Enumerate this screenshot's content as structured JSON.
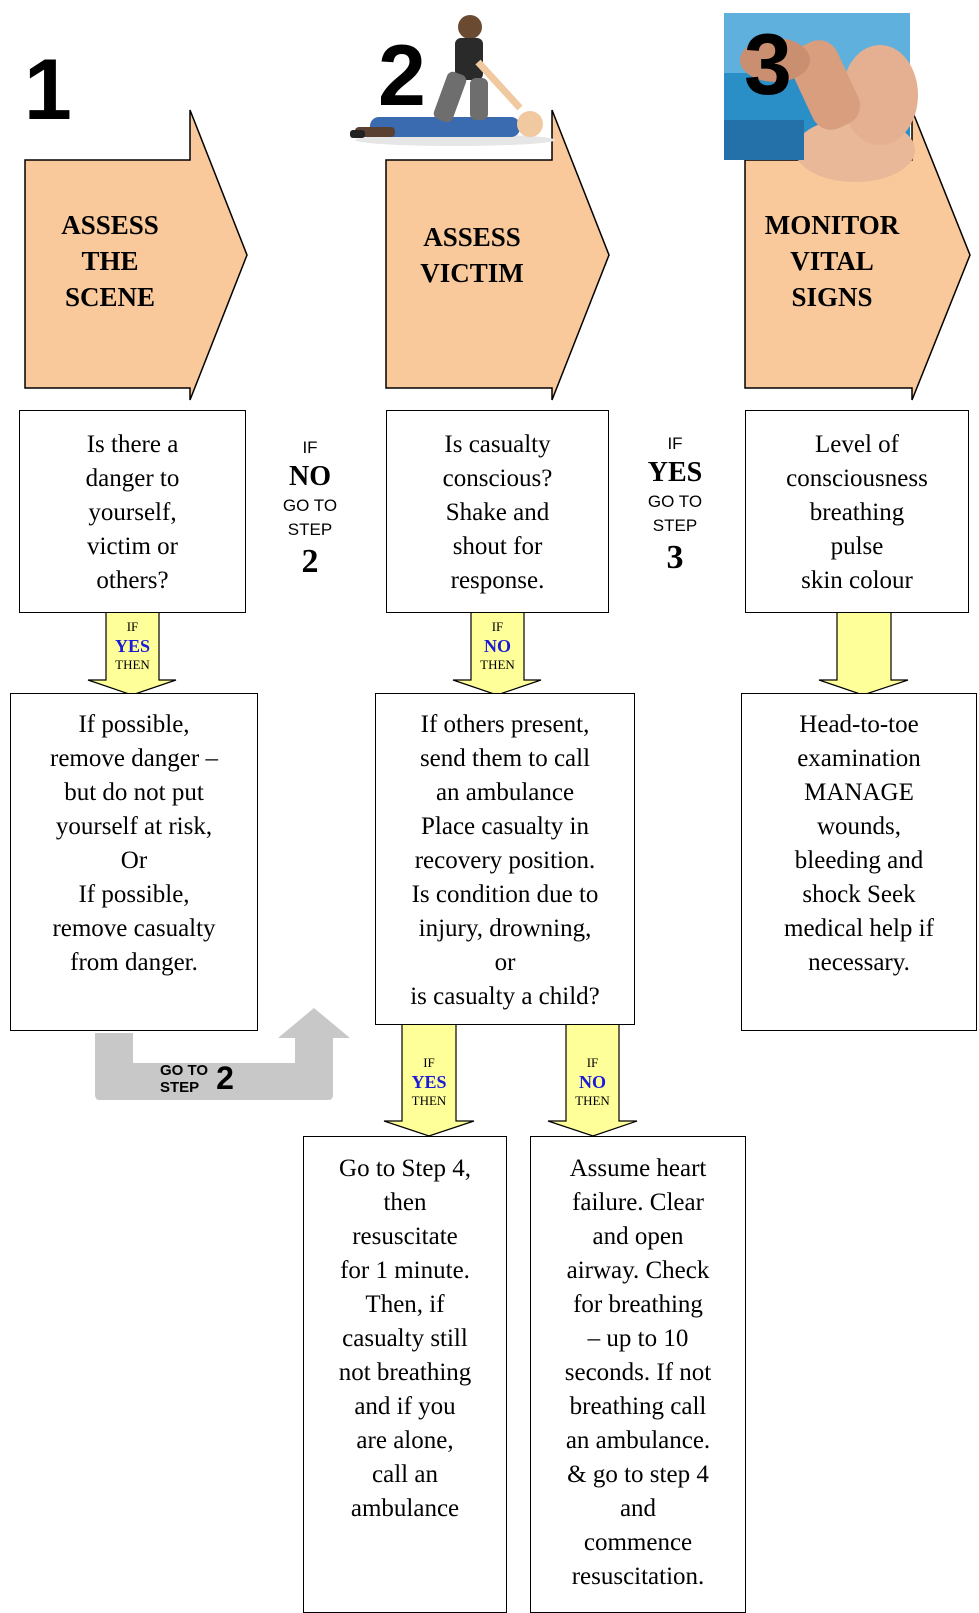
{
  "steps": [
    {
      "number": "1",
      "title": [
        "ASSESS",
        "THE",
        "SCENE"
      ],
      "question": [
        "Is there a",
        "danger to",
        "yourself,",
        "victim or",
        "others?"
      ],
      "branch": {
        "if": "IF",
        "answer": "YES",
        "then": "THEN"
      },
      "action": [
        "If possible,",
        "remove danger –",
        "but do not put",
        "yourself at risk,",
        "Or",
        "If possible,",
        "remove casualty",
        "from danger."
      ],
      "return": {
        "go_to": "GO TO",
        "step": "STEP",
        "number": "2"
      }
    },
    {
      "number": "2",
      "title": [
        "ASSESS",
        "VICTIM"
      ],
      "question": [
        "Is casualty",
        "conscious?",
        "Shake and",
        "shout for",
        "response."
      ],
      "branch": {
        "if": "IF",
        "answer": "NO",
        "then": "THEN"
      },
      "action": [
        "If others present,",
        "send them to call",
        "an ambulance",
        "Place casualty in",
        "recovery position.",
        "Is condition due to",
        "injury, drowning,",
        "or",
        "is casualty a child?"
      ]
    },
    {
      "number": "3",
      "title": [
        "MONITOR",
        "VITAL",
        "SIGNS"
      ],
      "question": [
        "Level of",
        "consciousness",
        "breathing",
        "pulse",
        "skin colour"
      ],
      "action": [
        "Head-to-toe",
        "examination",
        "MANAGE",
        "wounds,",
        "bleeding and",
        "shock Seek",
        "medical help if",
        "necessary."
      ]
    }
  ],
  "connectors": [
    {
      "if": "IF",
      "answer": "NO",
      "go_to": "GO TO",
      "step": "STEP",
      "number": "2"
    },
    {
      "if": "IF",
      "answer": "YES",
      "go_to": "GO TO",
      "step": "STEP",
      "number": "3"
    }
  ],
  "bottom_branches": [
    {
      "if": "IF",
      "answer": "YES",
      "then": "THEN",
      "text": [
        "Go to Step 4,",
        "then",
        "resuscitate",
        "for 1 minute.",
        "Then, if",
        "casualty still",
        "not breathing",
        "and if you",
        "are alone,",
        "call an",
        "ambulance"
      ]
    },
    {
      "if": "IF",
      "answer": "NO",
      "then": "THEN",
      "text": [
        "Assume heart",
        "failure. Clear",
        "and open",
        "airway. Check",
        "for breathing",
        "– up to 10",
        "seconds. If not",
        "breathing call",
        "an ambulance.",
        "& go to step 4",
        "and",
        "commence",
        "resuscitation."
      ]
    }
  ],
  "colors": {
    "arrow_fill": "#F9C99B",
    "down_arrow_fill": "#FFFF99",
    "return_arrow_fill": "#C8C8C8",
    "branch_blue": "#1A1AD8"
  },
  "icons": [
    "cpr-rescuer-illustration",
    "pulse-check-photo"
  ]
}
